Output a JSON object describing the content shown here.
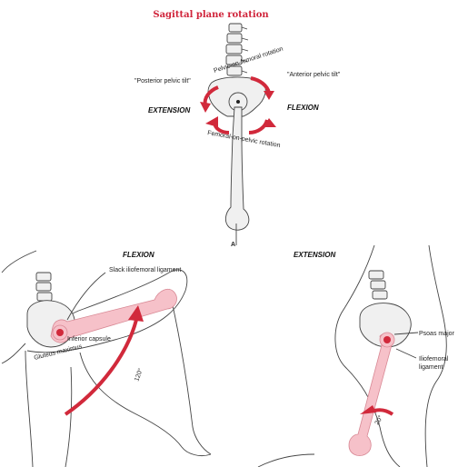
{
  "panel_a": {
    "title": "Sagittal plane rotation",
    "pelvic_rotation_label": "Pelvic-on-femoral rotation",
    "femoral_rotation_label": "Femoral-on-pelvic rotation",
    "posterior_tilt": "\"Posterior pelvic tilt\"",
    "anterior_tilt": "\"Anterior pelvic tilt\"",
    "extension": "EXTENSION",
    "flexion": "FLEXION",
    "letter": "A"
  },
  "panel_flexion": {
    "title": "FLEXION",
    "slack_ligament": "Slack iliofemoral ligament",
    "inferior_capsule": "Inferior capsule",
    "gluteus_maximus": "Gluteus maximus",
    "angle": "120°"
  },
  "panel_extension": {
    "title": "EXTENSION",
    "psoas": "Psoas major",
    "iliofemoral": "Iliofemoral",
    "ligament": "ligament",
    "angle": "20°"
  },
  "colors": {
    "accent_red": "#d1293b",
    "bone_pink": "#f6c1c9"
  }
}
